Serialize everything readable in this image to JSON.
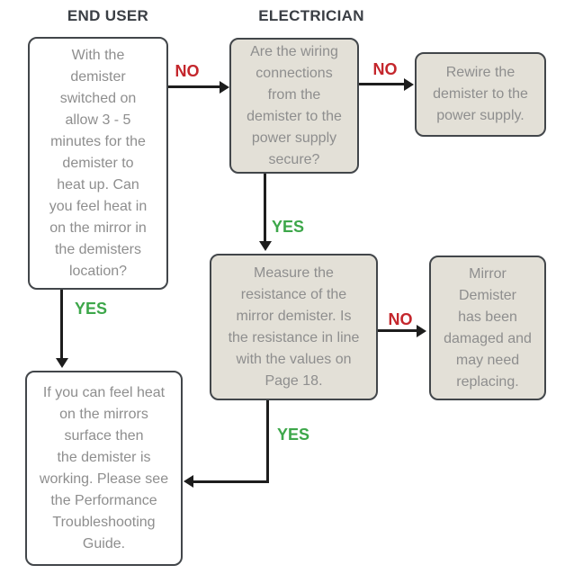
{
  "title": "Mirror demister troubleshooting flowchart",
  "columns": [
    {
      "id": "end-user",
      "label": "END USER"
    },
    {
      "id": "electrician",
      "label": "ELECTRICIAN"
    }
  ],
  "nodes": [
    {
      "id": "start",
      "column": "END USER",
      "style": "white",
      "text": "With the\ndemister\nswitched on\nallow 3 - 5\nminutes for the\ndemister to\nheat up. Can\nyou feel heat in\non the mirror in\nthe demisters\nlocation?"
    },
    {
      "id": "wiring-check",
      "column": "ELECTRICIAN",
      "style": "beige",
      "text": "Are the wiring\nconnections\nfrom the\ndemister to the\npower supply\nsecure?"
    },
    {
      "id": "rewire",
      "column": "ELECTRICIAN",
      "style": "beige",
      "text": "Rewire the\ndemister to the\npower supply."
    },
    {
      "id": "measure-resistance",
      "column": "ELECTRICIAN",
      "style": "beige",
      "text": "Measure the\nresistance of the\nmirror demister. Is\nthe resistance in line\nwith the values on\nPage 18."
    },
    {
      "id": "demister-damaged",
      "column": "ELECTRICIAN",
      "style": "beige",
      "text": "Mirror\nDemister\nhas been\ndamaged and\nmay need\nreplacing."
    },
    {
      "id": "demister-working",
      "column": "END USER",
      "style": "white",
      "text": "If you can feel heat\non the mirrors\nsurface then\nthe demister is\nworking. Please see\nthe Performance\nTroubleshooting\nGuide."
    }
  ],
  "edges": [
    {
      "id": "start-to-wiring",
      "label": "NO"
    },
    {
      "id": "wiring-to-rewire",
      "label": "NO"
    },
    {
      "id": "wiring-to-measure",
      "label": "YES"
    },
    {
      "id": "start-to-working",
      "label": "YES"
    },
    {
      "id": "measure-to-damaged",
      "label": "NO"
    },
    {
      "id": "measure-to-working",
      "label": "YES"
    }
  ],
  "colors": {
    "no_label": "#c4262c",
    "yes_label": "#3da74a",
    "box_beige": "#e3e0d7",
    "box_white": "#ffffff",
    "box_border": "#42464a",
    "box_text": "#8e8e8e",
    "header_text": "#3a3e44",
    "arrow": "#1d1d1d"
  }
}
